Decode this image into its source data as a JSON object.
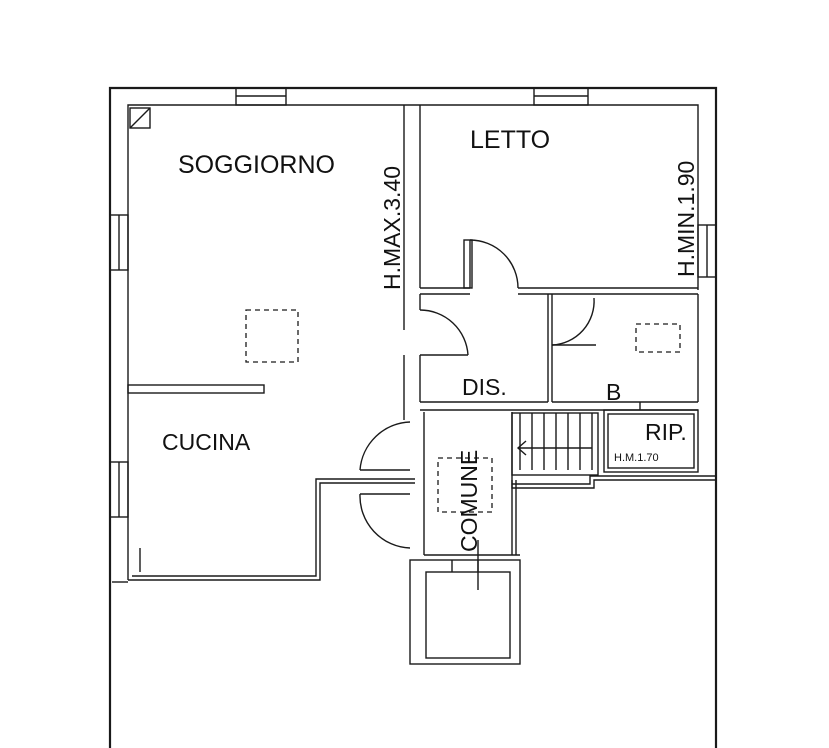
{
  "rooms": {
    "soggiorno": "SOGGIORNO",
    "letto": "LETTO",
    "cucina": "CUCINA",
    "dis": "DIS.",
    "bagno": "B",
    "rip": "RIP.",
    "comune": "COMUNE"
  },
  "heights": {
    "soggiorno_max": "H.MAX.3.40",
    "letto_min": "H.MIN.1.90",
    "rip_min": "H.M.1.70"
  }
}
